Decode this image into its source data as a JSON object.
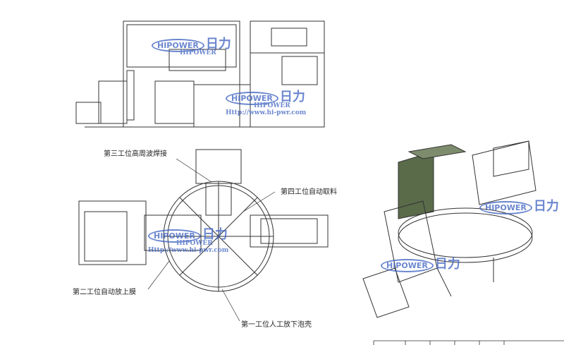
{
  "callouts": {
    "station3": "第三工位高周波焊接",
    "station4": "第四工位自动取料",
    "station2": "第二工位自动放上膜",
    "station1": "第一工位人工放下泡壳"
  },
  "watermark": {
    "logo": "HIPOWER",
    "brand_cn": "日力",
    "brand_en": "HIPOWER",
    "url": "Http://www.hi-pwr.com"
  },
  "colors": {
    "line": "#333333",
    "frame_green": "#5a6b4a",
    "watermark": "#3a5fc0"
  }
}
